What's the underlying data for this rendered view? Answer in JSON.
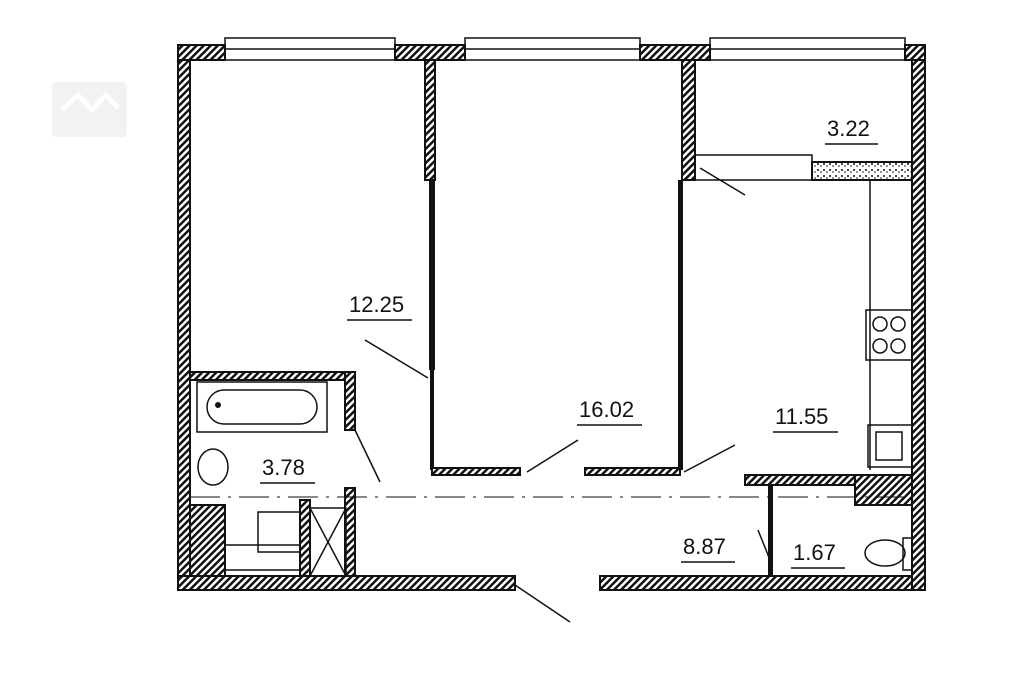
{
  "plan": {
    "rooms": [
      {
        "id": "bedroom",
        "area": "12.25"
      },
      {
        "id": "living-room",
        "area": "16.02"
      },
      {
        "id": "kitchen",
        "area": "11.55"
      },
      {
        "id": "balcony",
        "area": "3.22"
      },
      {
        "id": "bathroom",
        "area": "3.78"
      },
      {
        "id": "hallway",
        "area": "8.87"
      },
      {
        "id": "toilet",
        "area": "1.67"
      }
    ]
  },
  "colors": {
    "wall": "#111111",
    "background": "#ffffff",
    "watermark": "#e6e6e6"
  }
}
